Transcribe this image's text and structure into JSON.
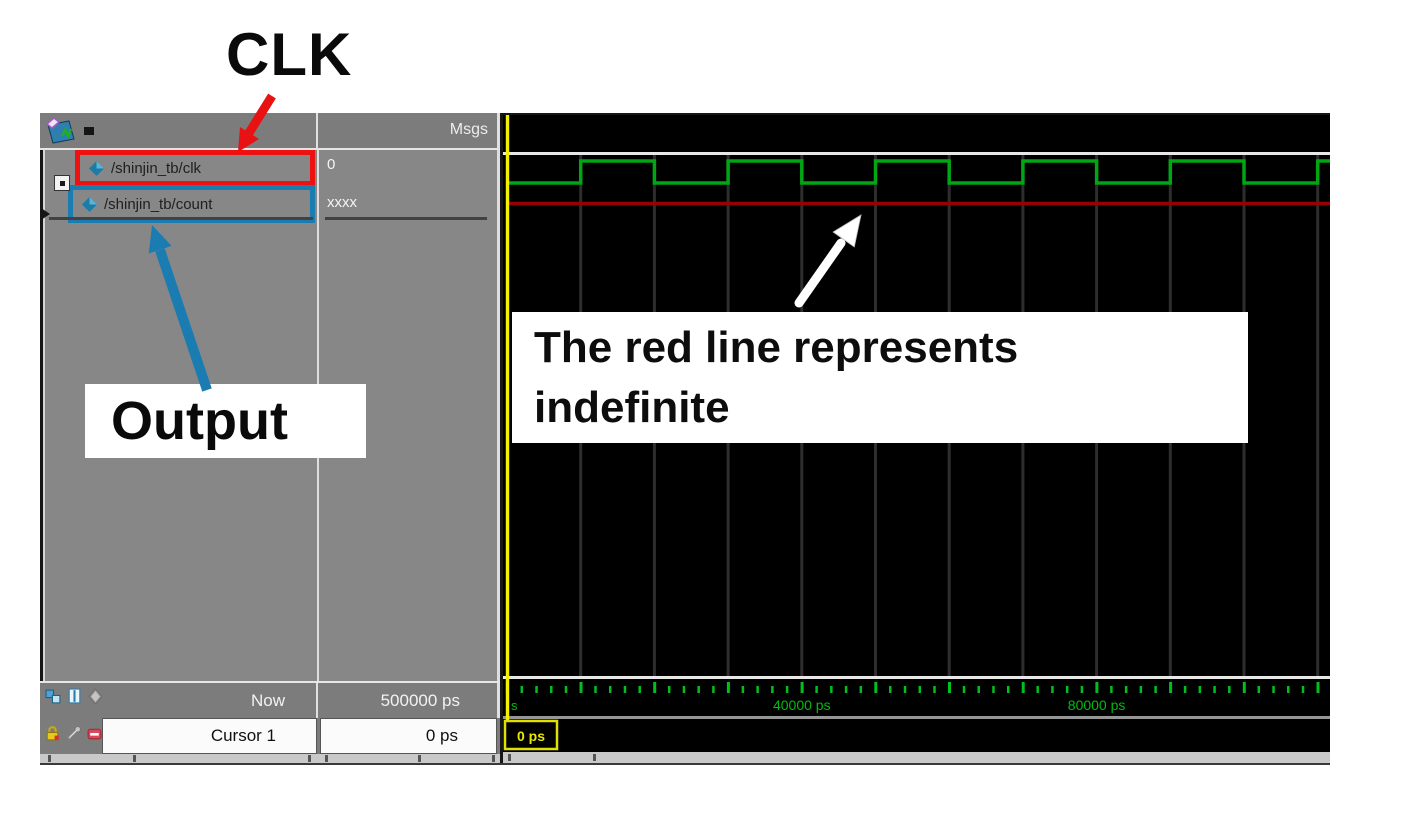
{
  "annotations": {
    "clk_label": "CLK",
    "output_label": "Output",
    "note_line1": "The red line represents",
    "note_line2": "indefinite",
    "arrow_colors": {
      "clk_arrow": "#e81212",
      "output_arrow": "#1b7cb2",
      "note_arrow": "#ffffff"
    }
  },
  "wave_window": {
    "header": {
      "msgs_label": "Msgs"
    },
    "signals": [
      {
        "name": "/shinjin_tb/clk",
        "value": "0",
        "highlight": "#ee1111"
      },
      {
        "name": "/shinjin_tb/count",
        "value": "xxxx",
        "highlight": "#1b7cb2"
      }
    ],
    "footer": {
      "now_label": "Now",
      "now_value": "500000 ps",
      "cursor_label": "Cursor 1",
      "cursor_value": "0 ps"
    },
    "cursor_readout": "0 ps",
    "timeline": {
      "partial_left_label": "s",
      "labels": [
        {
          "time_ps": 40000,
          "text": "40000 ps"
        },
        {
          "time_ps": 80000,
          "text": "80000 ps"
        }
      ]
    }
  },
  "waveform": {
    "clk": {
      "initial_level": "low",
      "first_rise_ps": 10000,
      "half_period_ps": 10000,
      "color": "#00a614"
    },
    "count": {
      "state": "indefinite",
      "display": "red line",
      "color": "#990000"
    },
    "view": {
      "start_ps": 0,
      "cursor_ps": 0,
      "minor_tick_ps": 2000,
      "major_tick_ps": 10000
    },
    "colors": {
      "cursor_line": "#f2f200",
      "grid": "#2e2e2e",
      "tick_green": "#00c020",
      "background": "#000000"
    }
  }
}
